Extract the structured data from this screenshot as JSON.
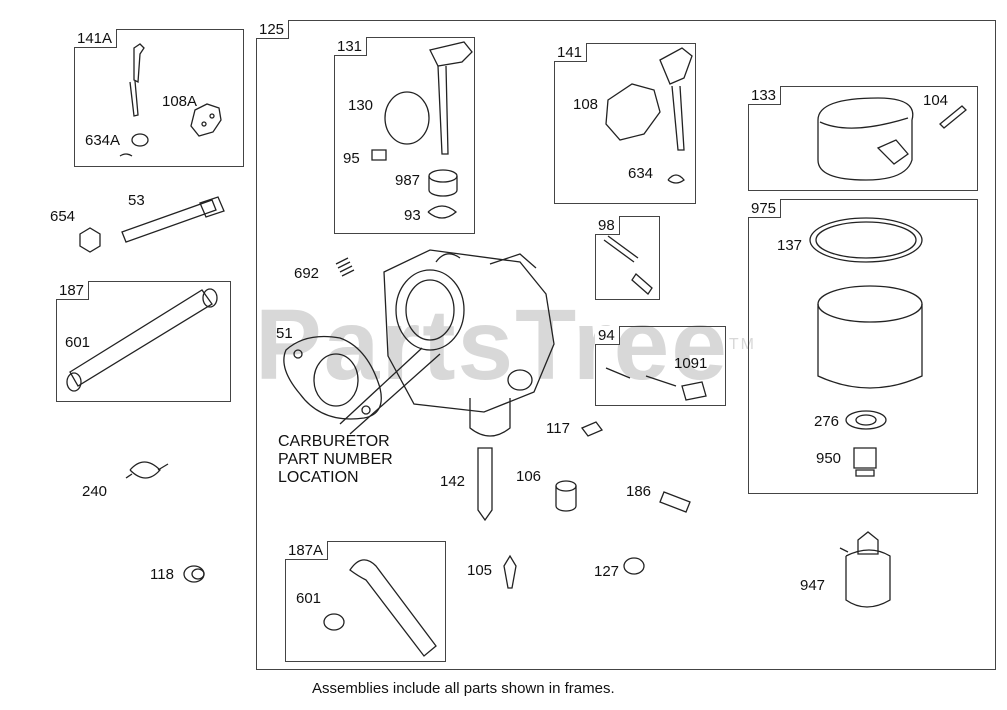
{
  "watermark": "PartsTree",
  "watermark_tm": "TM",
  "frames": {
    "f141A": "141A",
    "f125": "125",
    "f131": "131",
    "f141": "141",
    "f133": "133",
    "f975": "975",
    "f187": "187",
    "f98": "98",
    "f94": "94",
    "f187A": "187A"
  },
  "parts": {
    "p108A": "108A",
    "p634A": "634A",
    "p53": "53",
    "p654": "654",
    "p601a": "601",
    "p240": "240",
    "p118": "118",
    "p130": "130",
    "p95": "95",
    "p987": "987",
    "p93": "93",
    "p108": "108",
    "p634": "634",
    "p104": "104",
    "p137": "137",
    "p276": "276",
    "p950": "950",
    "p947": "947",
    "p692": "692",
    "p51": "51",
    "p1091": "1091",
    "p117": "117",
    "p142": "142",
    "p106": "106",
    "p186": "186",
    "p105": "105",
    "p127": "127",
    "p601b": "601"
  },
  "callout": {
    "line1": "CARBURETOR",
    "line2": "PART NUMBER",
    "line3": "LOCATION"
  },
  "footer": "Assemblies include all parts shown in frames."
}
